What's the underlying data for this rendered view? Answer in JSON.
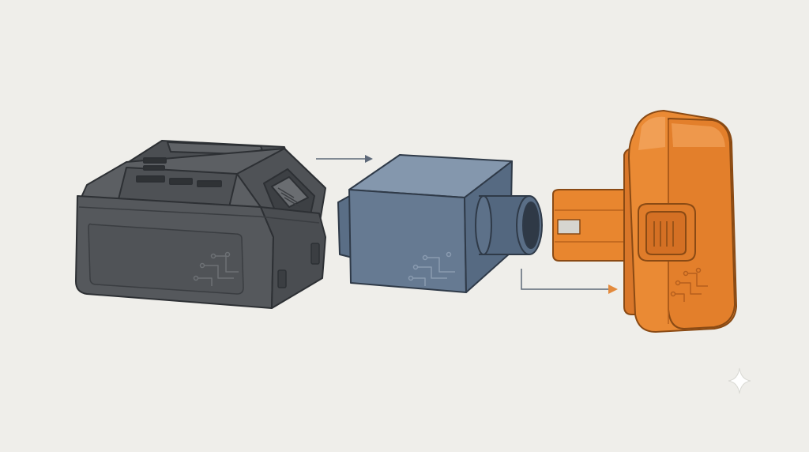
{
  "diagram": {
    "nodes": [
      {
        "id": "battery-pack",
        "kind": "dark-gray battery pack",
        "color": "#55575a"
      },
      {
        "id": "adapter",
        "kind": "slate-blue adapter block",
        "color": "#667a92"
      },
      {
        "id": "tool-battery",
        "kind": "orange battery pack",
        "color": "#e98733"
      }
    ],
    "edges": [
      {
        "from": "battery-pack",
        "to": "adapter",
        "style": "arrow",
        "color": "#5d6878"
      },
      {
        "from": "adapter",
        "to": "tool-battery",
        "style": "elbow-arrow",
        "color": "#e38a3c"
      }
    ],
    "decorations": [
      "circuit-trace-icon",
      "sparkle-icon"
    ]
  },
  "colors": {
    "background": "#efeeea",
    "outline": "#34383d",
    "dark_gray": "#55575a",
    "slate_blue": "#667a92",
    "orange": "#e98733"
  }
}
